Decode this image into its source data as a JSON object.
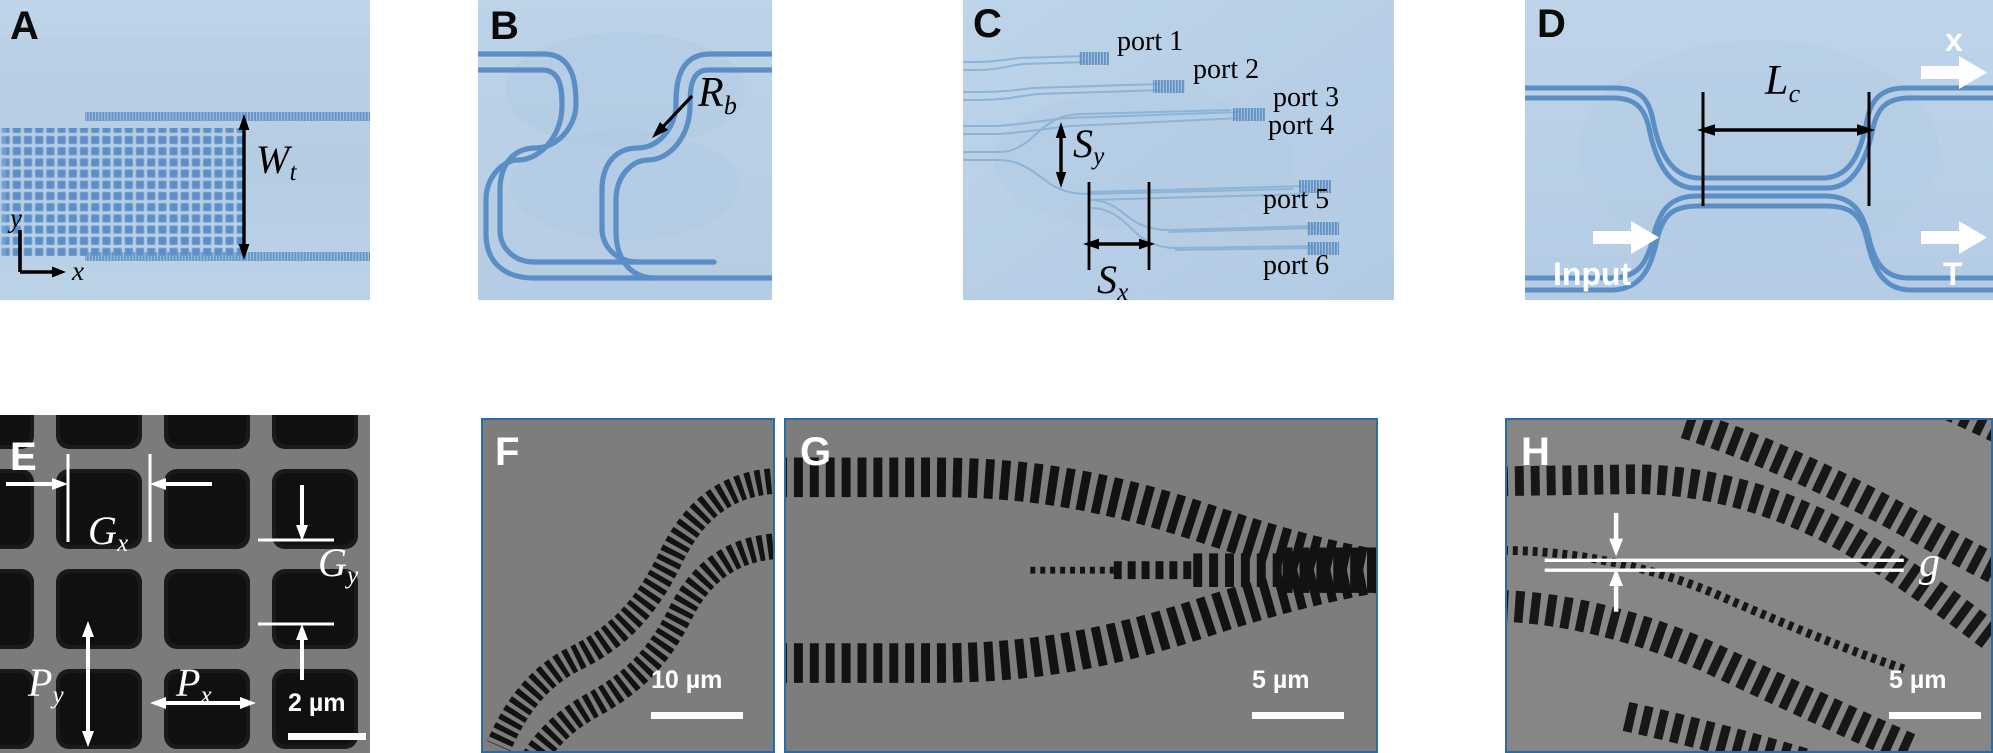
{
  "figure": {
    "caption_letters": [
      "A",
      "B",
      "C",
      "D",
      "E",
      "F",
      "G",
      "H"
    ]
  },
  "panels": {
    "A": {
      "letter": "A",
      "type": "optical-micrograph",
      "dimension_label": "W",
      "dimension_sub": "t",
      "axis_x": "x",
      "axis_y": "y",
      "description": "subwavelength-grating taper with 2D pillar array"
    },
    "B": {
      "letter": "B",
      "type": "optical-micrograph",
      "dimension_label": "R",
      "dimension_sub": "b",
      "description": "S-bend waveguide, bend radius"
    },
    "C": {
      "letter": "C",
      "type": "optical-micrograph",
      "ports": [
        "port 1",
        "port 2",
        "port 3",
        "port 4",
        "port 5",
        "port 6"
      ],
      "dim_sy_label": "S",
      "dim_sy_sub": "y",
      "dim_sx_label": "S",
      "dim_sx_sub": "x",
      "description": "cascaded Y-splitter tree with six output ports"
    },
    "D": {
      "letter": "D",
      "type": "optical-micrograph",
      "dimension_label": "L",
      "dimension_sub": "c",
      "axis_x": "x",
      "input_label": "Input",
      "through_label": "T",
      "description": "directional coupler, coupling length"
    },
    "E": {
      "letter": "E",
      "type": "sem",
      "dim_gx_label": "G",
      "dim_gx_sub": "x",
      "dim_gy_label": "G",
      "dim_gy_sub": "y",
      "dim_px_label": "P",
      "dim_px_sub": "x",
      "dim_py_label": "P",
      "dim_py_sub": "y",
      "scalebar": "2 µm",
      "description": "SEM of 2D subwavelength pillar lattice"
    },
    "F": {
      "letter": "F",
      "type": "sem",
      "scalebar": "10 µm",
      "description": "SEM of subwavelength-grating S-bend"
    },
    "G": {
      "letter": "G",
      "type": "sem",
      "scalebar": "5 µm",
      "description": "SEM of subwavelength-grating Y-splitter"
    },
    "H": {
      "letter": "H",
      "type": "sem",
      "gap_label": "g",
      "scalebar": "5 µm",
      "description": "SEM of subwavelength-grating directional coupler gap"
    }
  },
  "colors": {
    "optical_bg": "#b9d0e6",
    "waveguide": "#5b8ec4",
    "sem_bg": "#787878",
    "sem_structure": "#141414",
    "panel_border": "#2a6ca8",
    "annotation_dark": "#000000",
    "annotation_light": "#ffffff"
  }
}
